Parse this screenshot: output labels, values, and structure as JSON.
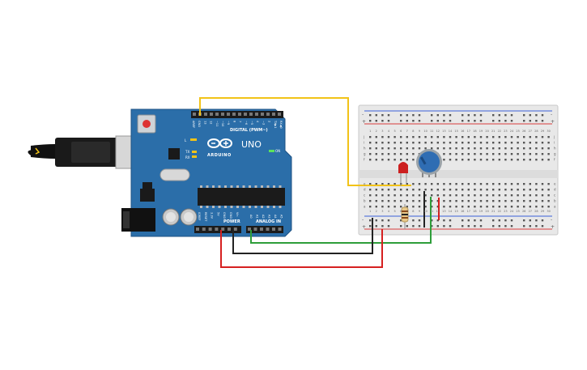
{
  "arduino": {
    "brand": "ARDUINO",
    "model": "UNO",
    "digital_label": "DIGITAL (PWM~)",
    "power_label": "POWER",
    "analog_label": "ANALOG IN",
    "on_label": "ON",
    "l_label": "L",
    "tx_label": "TX",
    "rx_label": "RX",
    "digital_pins": [
      "AREF",
      "GND",
      "13",
      "12",
      "~11",
      "~10",
      "~9",
      "8",
      "7",
      "~6",
      "~5",
      "4",
      "~3",
      "2",
      "TX▶1",
      "RX◀0"
    ],
    "power_pins": [
      "IOREF",
      "RESET",
      "3.3V",
      "5V",
      "GND",
      "GND",
      "Vin"
    ],
    "analog_pins": [
      "A0",
      "A1",
      "A2",
      "A3",
      "A4",
      "A5"
    ]
  },
  "breadboard": {
    "column_numbers": [
      "1",
      "2",
      "3",
      "4",
      "5",
      "6",
      "7",
      "8",
      "9",
      "10",
      "11",
      "12",
      "13",
      "14",
      "15",
      "16",
      "17",
      "18",
      "19",
      "20",
      "21",
      "22",
      "23",
      "24",
      "25",
      "26",
      "27",
      "28",
      "29",
      "30"
    ],
    "upper_row_letters": [
      "j",
      "i",
      "h",
      "g",
      "f"
    ],
    "lower_row_letters": [
      "e",
      "d",
      "c",
      "b",
      "a"
    ],
    "rail_plus": "+",
    "rail_minus": "-"
  },
  "components": {
    "led_color": "#cc1f1f",
    "potentiometer_color": "#2f6db3",
    "resistor_body_color": "#e8c88a"
  },
  "wires": {
    "yellow": "#f2c318",
    "green": "#2e9e3a",
    "black": "#222222",
    "red": "#d62020"
  },
  "colors": {
    "board": "#2b6ea9",
    "board_dark": "#1f5384",
    "breadboard": "#e8e8e8",
    "rail_red": "#d93b3b",
    "rail_blue": "#3b5fd9"
  }
}
